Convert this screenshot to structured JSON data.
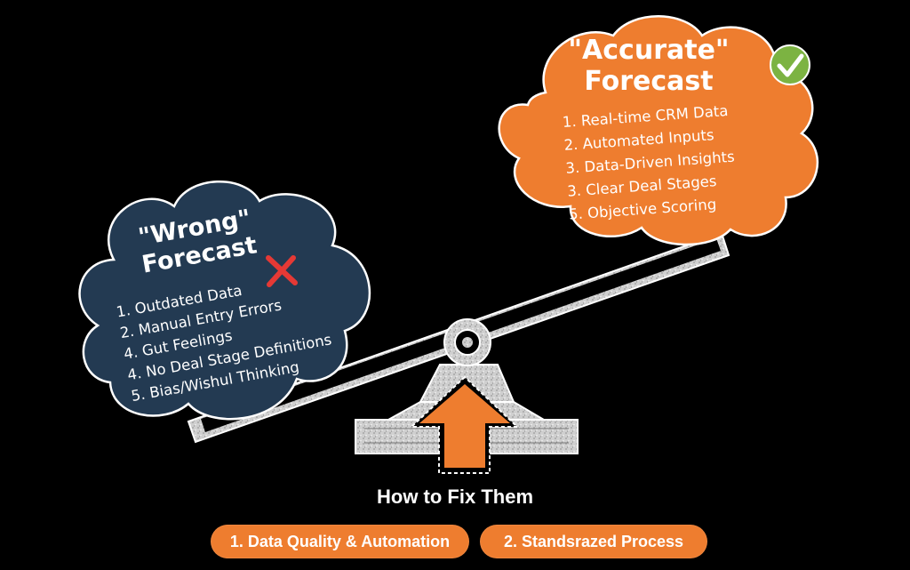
{
  "colors": {
    "background": "#000000",
    "wrong_cloud": "#233a52",
    "accurate_cloud": "#ee7d2f",
    "arrow": "#ee7d2f",
    "check_badge": "#7cb342",
    "cross_mark": "#e53935",
    "chalk": "#d8d8d8"
  },
  "icons": {
    "wrong": "red-x-icon",
    "accurate": "green-check-icon",
    "fix": "up-arrow-icon"
  },
  "wrong_forecast": {
    "title_line1": "\"Wrong\"",
    "title_line2": "Forecast",
    "items": [
      "1. Outdated Data",
      "2. Manual Entry Errors",
      "4. Gut Feelings",
      "4. No Deal Stage Definitions",
      "5. Bias/Wishul Thinking"
    ]
  },
  "accurate_forecast": {
    "title_line1": "\"Accurate\"",
    "title_line2": "Forecast",
    "items": [
      "1. Real-time CRM Data",
      "2. Automated Inputs",
      "3. Data-Driven Insights",
      "3. Clear Deal Stages",
      "5. Objective Scoring"
    ]
  },
  "fix": {
    "heading": "How to Fix Them",
    "pills": [
      "1. Data Quality & Automation",
      "2. Standsrazed Process"
    ]
  }
}
